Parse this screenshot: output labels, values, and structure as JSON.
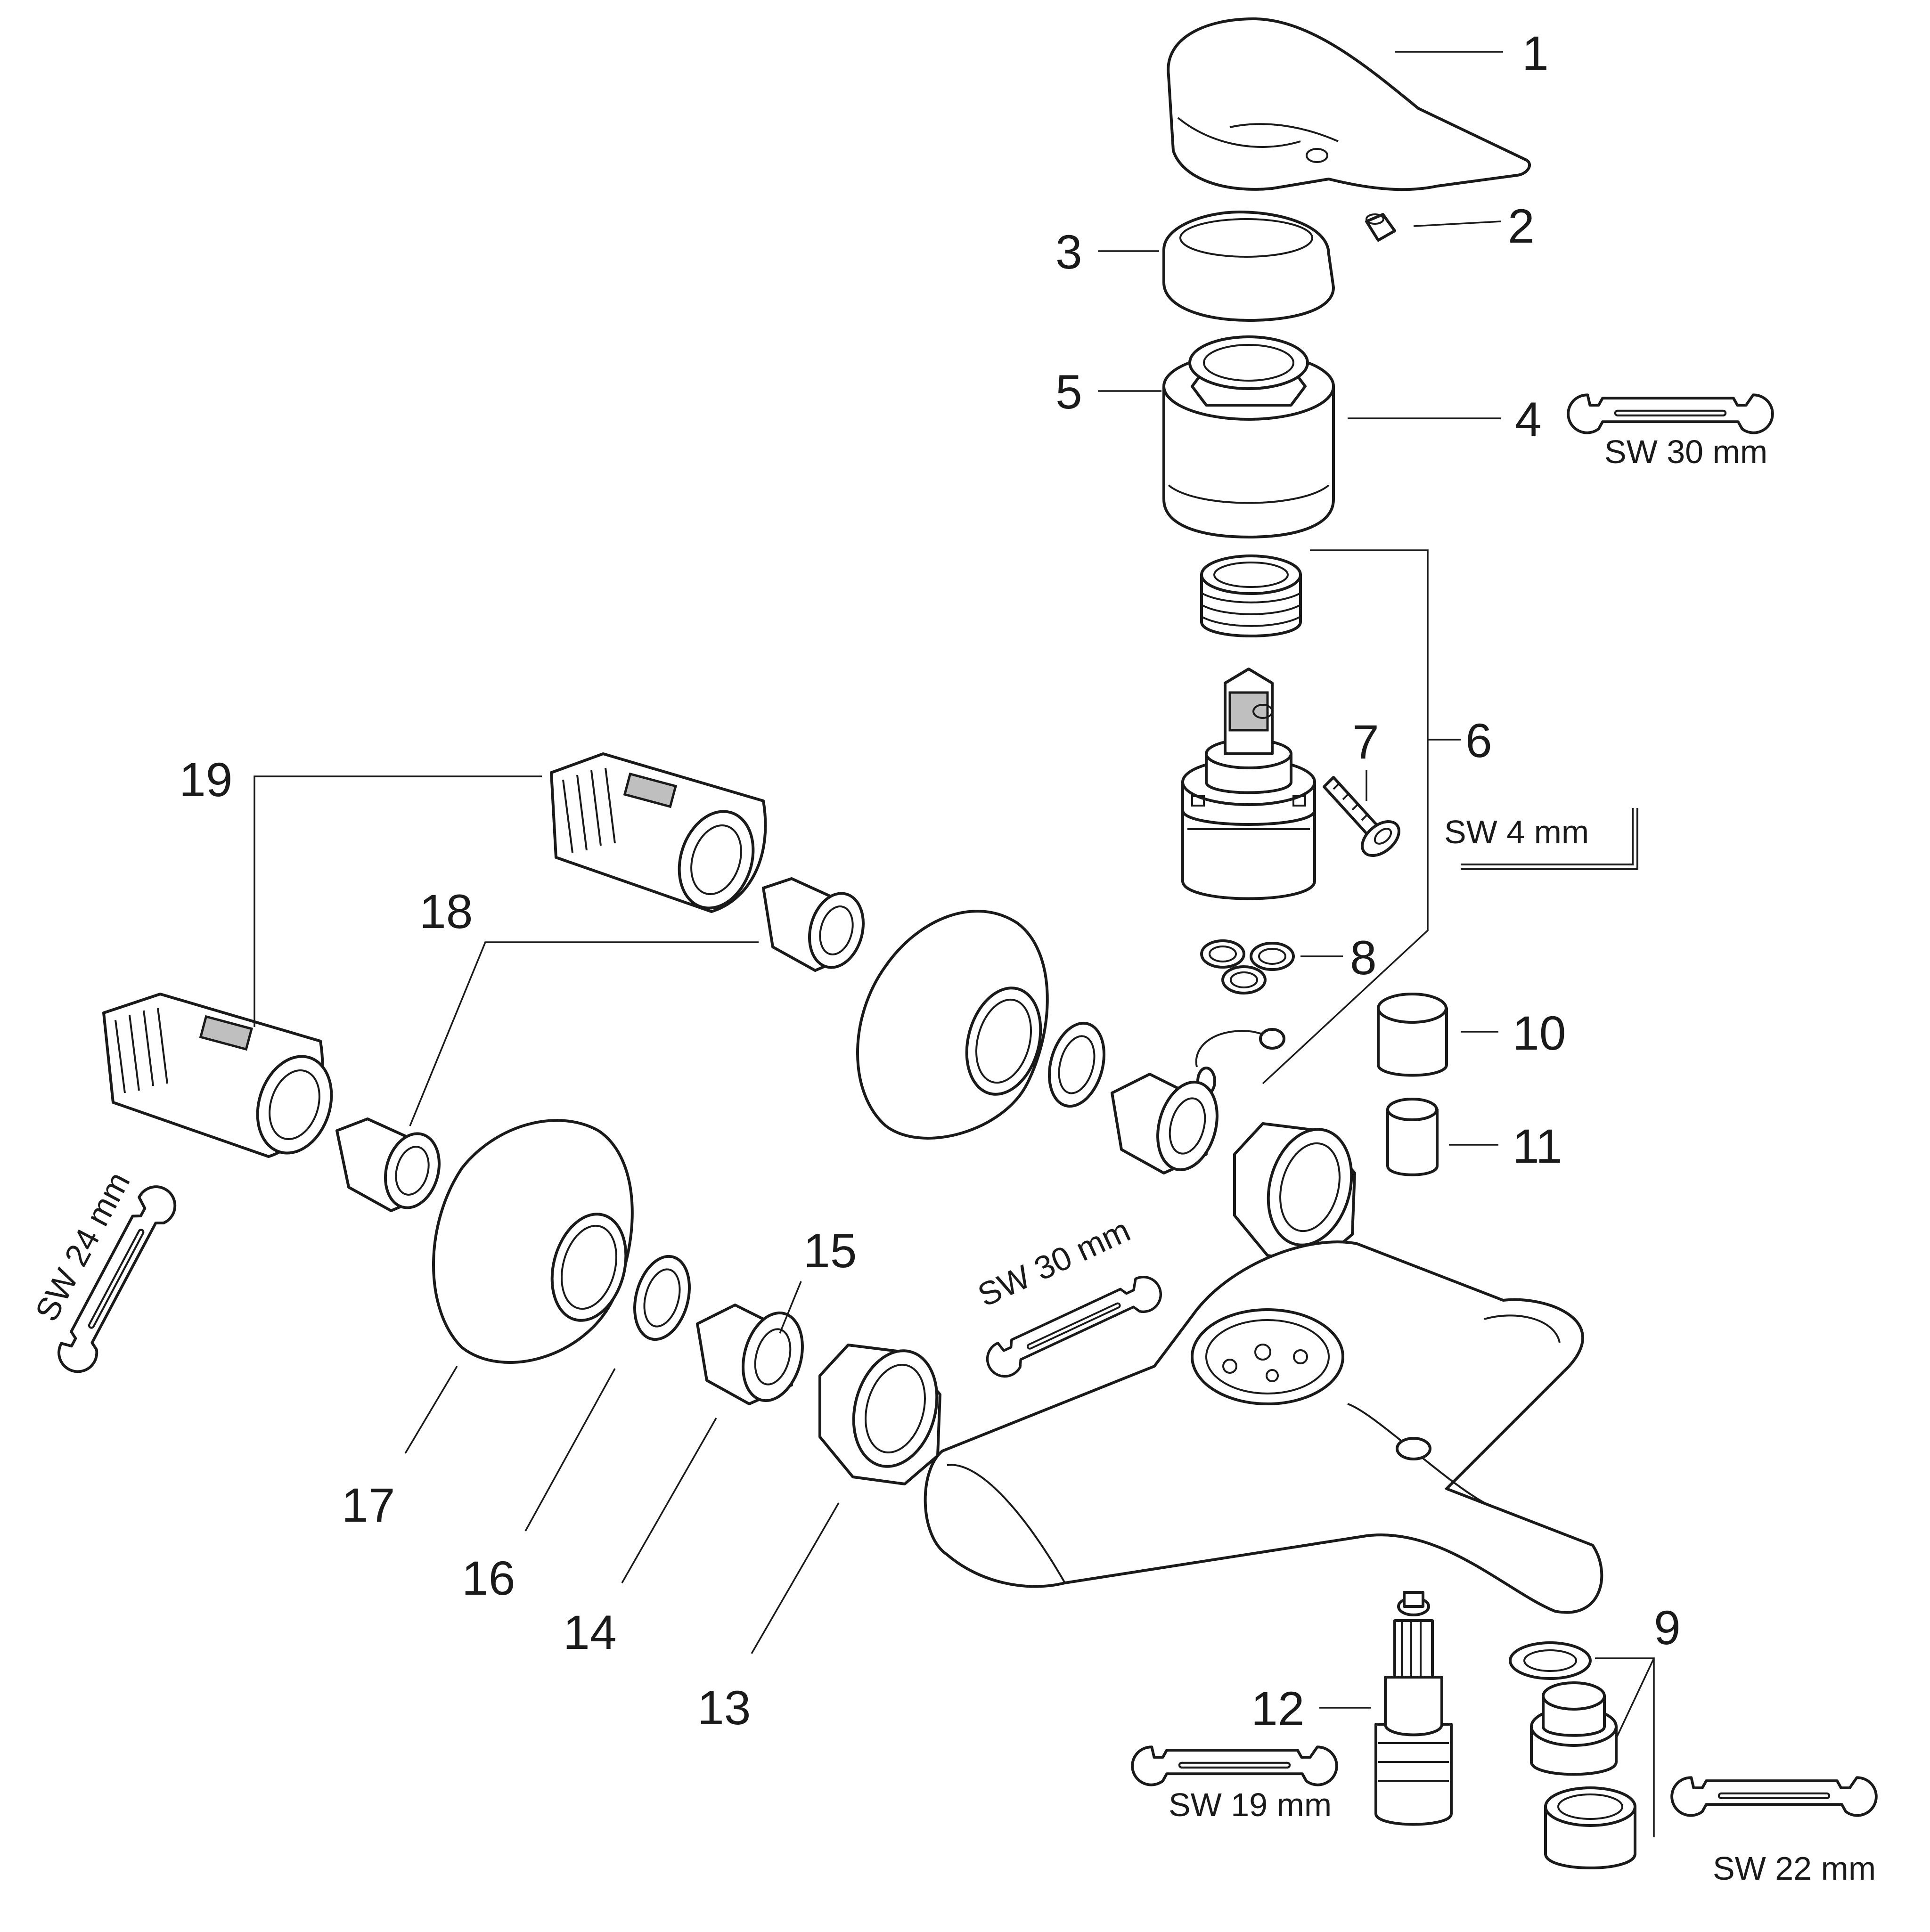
{
  "labels": {
    "n1": "1",
    "n2": "2",
    "n3": "3",
    "n4": "4",
    "n5": "5",
    "n6": "6",
    "n7": "7",
    "n8": "8",
    "n9": "9",
    "n10": "10",
    "n11": "11",
    "n12": "12",
    "n13": "13",
    "n14": "14",
    "n15": "15",
    "n16": "16",
    "n17": "17",
    "n18": "18",
    "n19": "19"
  },
  "tools": {
    "sw30_top": "SW 30 mm",
    "sw4": "SW 4 mm",
    "sw24": "SW 24 mm",
    "sw30_mid": "SW 30 mm",
    "sw19": "SW 19 mm",
    "sw22": "SW 22 mm"
  },
  "icons": [
    "wrench-icon",
    "hex-key-icon"
  ]
}
